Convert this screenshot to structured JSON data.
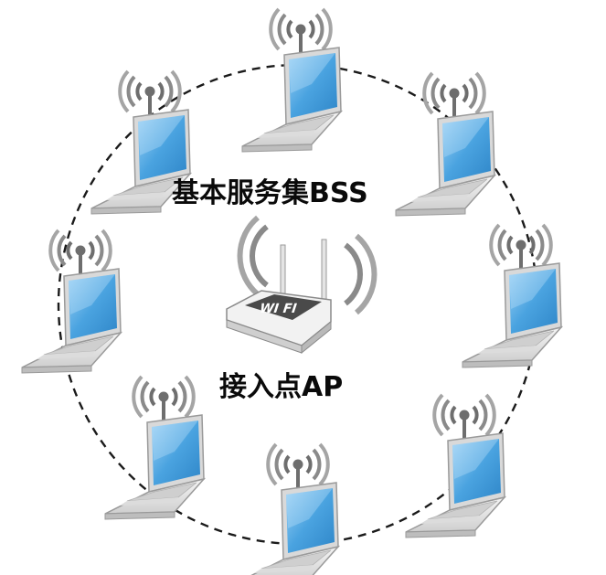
{
  "labels": {
    "bss": "基本服务集BSS",
    "ap": "接入点AP",
    "router_badge": "WI FI"
  },
  "colors": {
    "ring": "#1a1a1a",
    "screen": "#4aa3e0",
    "screen_light": "#8dcaf3",
    "laptop_body": "#e6e6e6",
    "laptop_edge": "#9a9a9a",
    "signal": "#6e6e6e",
    "router_body": "#f0f0f0",
    "router_badge_bg": "#4a4a4a",
    "text": "#0a0a0a"
  },
  "icons": {
    "client": "laptop-with-wifi-signal-icon",
    "ap": "wifi-router-icon"
  },
  "clients": [
    {
      "name": "laptop-top"
    },
    {
      "name": "laptop-top-right"
    },
    {
      "name": "laptop-right"
    },
    {
      "name": "laptop-bottom-right"
    },
    {
      "name": "laptop-bottom"
    },
    {
      "name": "laptop-bottom-left"
    },
    {
      "name": "laptop-left"
    },
    {
      "name": "laptop-top-left"
    }
  ]
}
